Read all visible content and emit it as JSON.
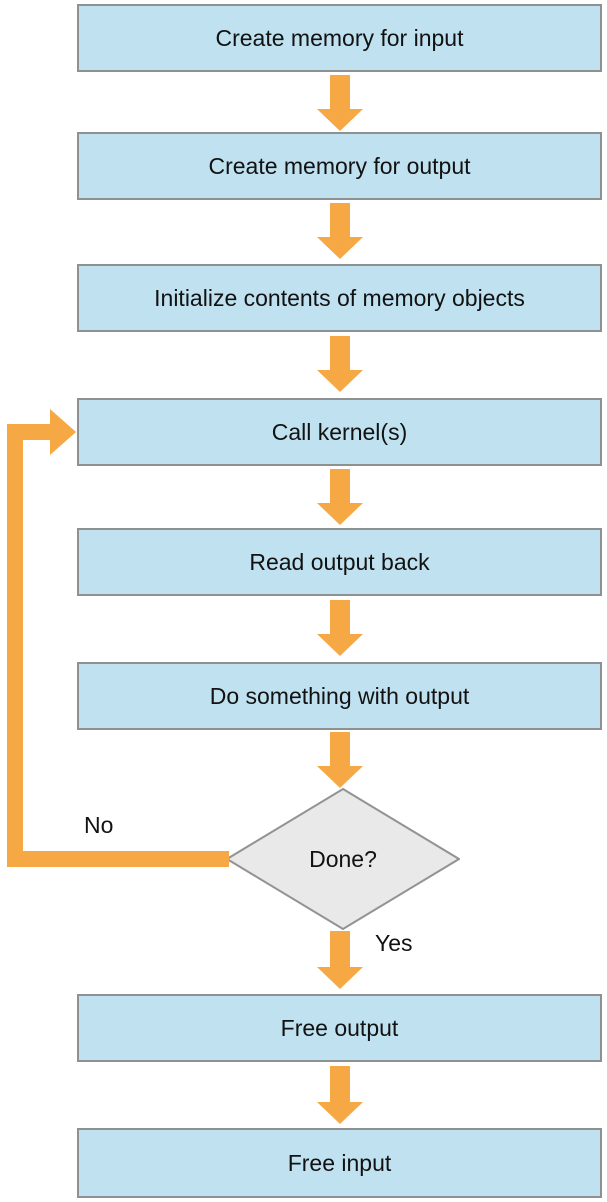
{
  "diagram": {
    "type": "flowchart",
    "boxes": [
      {
        "id": "create-memory-input",
        "label": "Create memory for input"
      },
      {
        "id": "create-memory-output",
        "label": "Create memory for output"
      },
      {
        "id": "initialize-memory",
        "label": "Initialize contents of memory objects"
      },
      {
        "id": "call-kernels",
        "label": "Call kernel(s)"
      },
      {
        "id": "read-output-back",
        "label": "Read output back"
      },
      {
        "id": "do-something-output",
        "label": "Do something with output"
      },
      {
        "id": "free-output",
        "label": "Free output"
      },
      {
        "id": "free-input",
        "label": "Free input"
      }
    ],
    "decision": {
      "id": "done",
      "label": "Done?"
    },
    "edges": {
      "yes_label": "Yes",
      "no_label": "No"
    },
    "colors": {
      "process_fill": "#bfe1f0",
      "process_border": "#8e9091",
      "arrow": "#f5a843",
      "decision_fill": "#e9e9e9",
      "decision_border": "#939393",
      "text": "#121212"
    }
  }
}
